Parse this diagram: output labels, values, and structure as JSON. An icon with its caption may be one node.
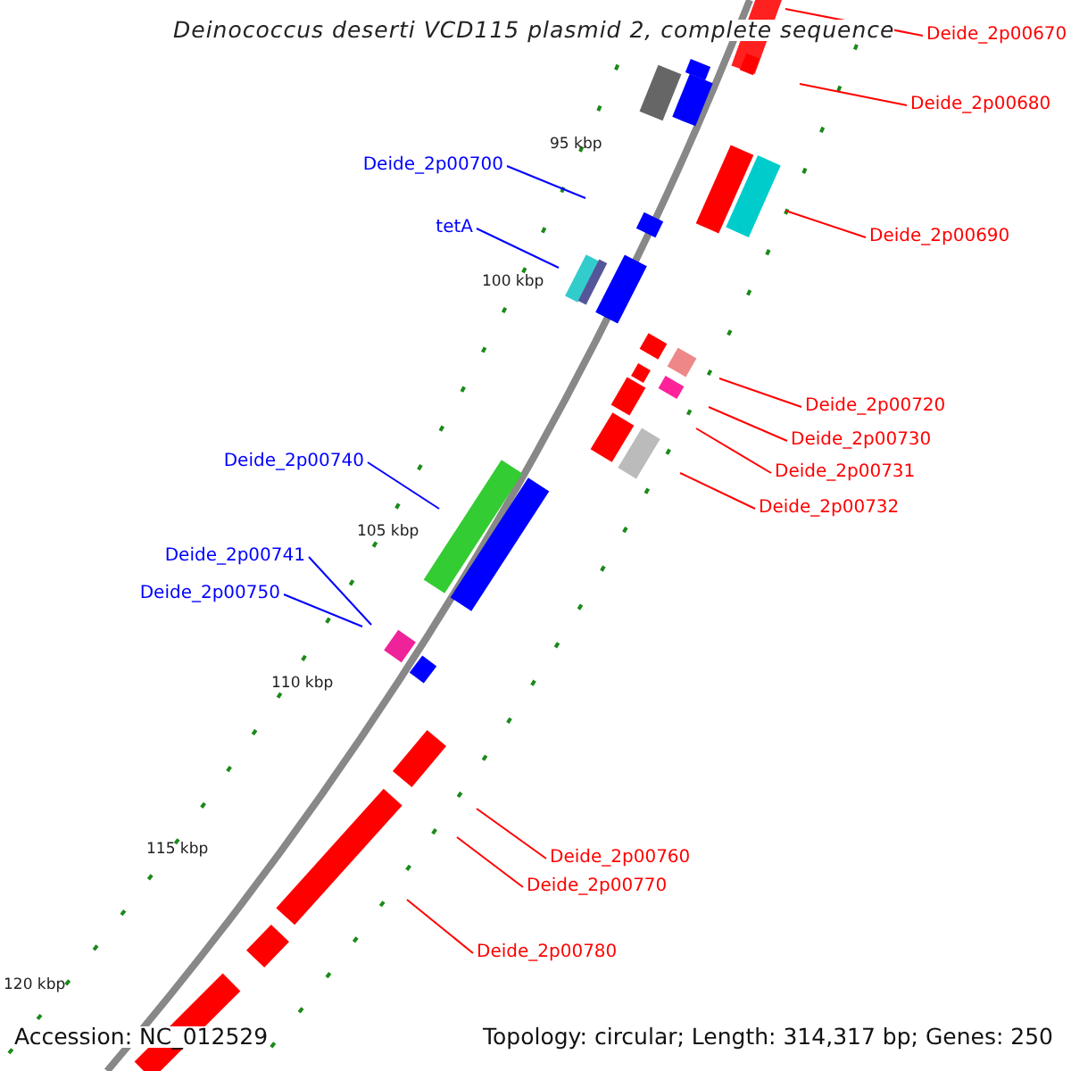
{
  "diagram": {
    "title": "Deinococcus deserti VCD115 plasmid 2, complete sequence",
    "nodes": [
      {
        "text": [
          "Deide_2p00670"
        ]
      },
      {
        "text": [
          "Deide_2p00680"
        ]
      },
      {
        "text": [
          "Deide_2p00700"
        ]
      },
      {
        "text": [
          "Deide_2p00690"
        ]
      },
      {
        "text": [
          "tetA"
        ]
      },
      {
        "text": [
          "Deide_2p00720"
        ]
      },
      {
        "text": [
          "Deide_2p00730"
        ]
      },
      {
        "text": [
          "Deide_2p00731"
        ]
      },
      {
        "text": [
          "Deide_2p00740"
        ]
      },
      {
        "text": [
          "Deide_2p00732"
        ]
      },
      {
        "text": [
          "Deide_2p00741"
        ]
      },
      {
        "text": [
          "Deide_2p00750"
        ]
      },
      {
        "text": [
          "Deide_2p00760"
        ]
      },
      {
        "text": [
          "Deide_2p00770"
        ]
      },
      {
        "text": [
          "Deide_2p00780"
        ]
      }
    ],
    "edges": [
      {
        "from": 0,
        "to": null,
        "arrow": "none"
      },
      {
        "from": 1,
        "to": null,
        "arrow": "none"
      },
      {
        "from": 2,
        "to": null,
        "arrow": "none",
        "color": "#0000ff"
      },
      {
        "from": 3,
        "to": null,
        "arrow": "none"
      },
      {
        "from": 4,
        "to": null,
        "arrow": "none",
        "color": "#0000ff"
      },
      {
        "from": 5,
        "to": null,
        "arrow": "none"
      },
      {
        "from": 6,
        "to": null,
        "arrow": "none"
      },
      {
        "from": 7,
        "to": null,
        "arrow": "none"
      },
      {
        "from": 8,
        "to": null,
        "arrow": "none",
        "color": "#0000ff"
      },
      {
        "from": 9,
        "to": null,
        "arrow": "none"
      },
      {
        "from": 10,
        "to": null,
        "arrow": "none",
        "color": "#0000ff"
      },
      {
        "from": 11,
        "to": null,
        "arrow": "none",
        "color": "#0000ff"
      },
      {
        "from": 12,
        "to": null,
        "arrow": "none"
      },
      {
        "from": 13,
        "to": null,
        "arrow": "none"
      },
      {
        "from": 14,
        "to": null,
        "arrow": "none"
      }
    ],
    "labels": [
      "95 kbp",
      "100 kbp",
      "105 kbp",
      "110 kbp",
      "115 kbp",
      "120 kbp",
      "Accession: NC_012529",
      "Topology: circular; Length: 314,317 bp; Genes: 250"
    ]
  }
}
